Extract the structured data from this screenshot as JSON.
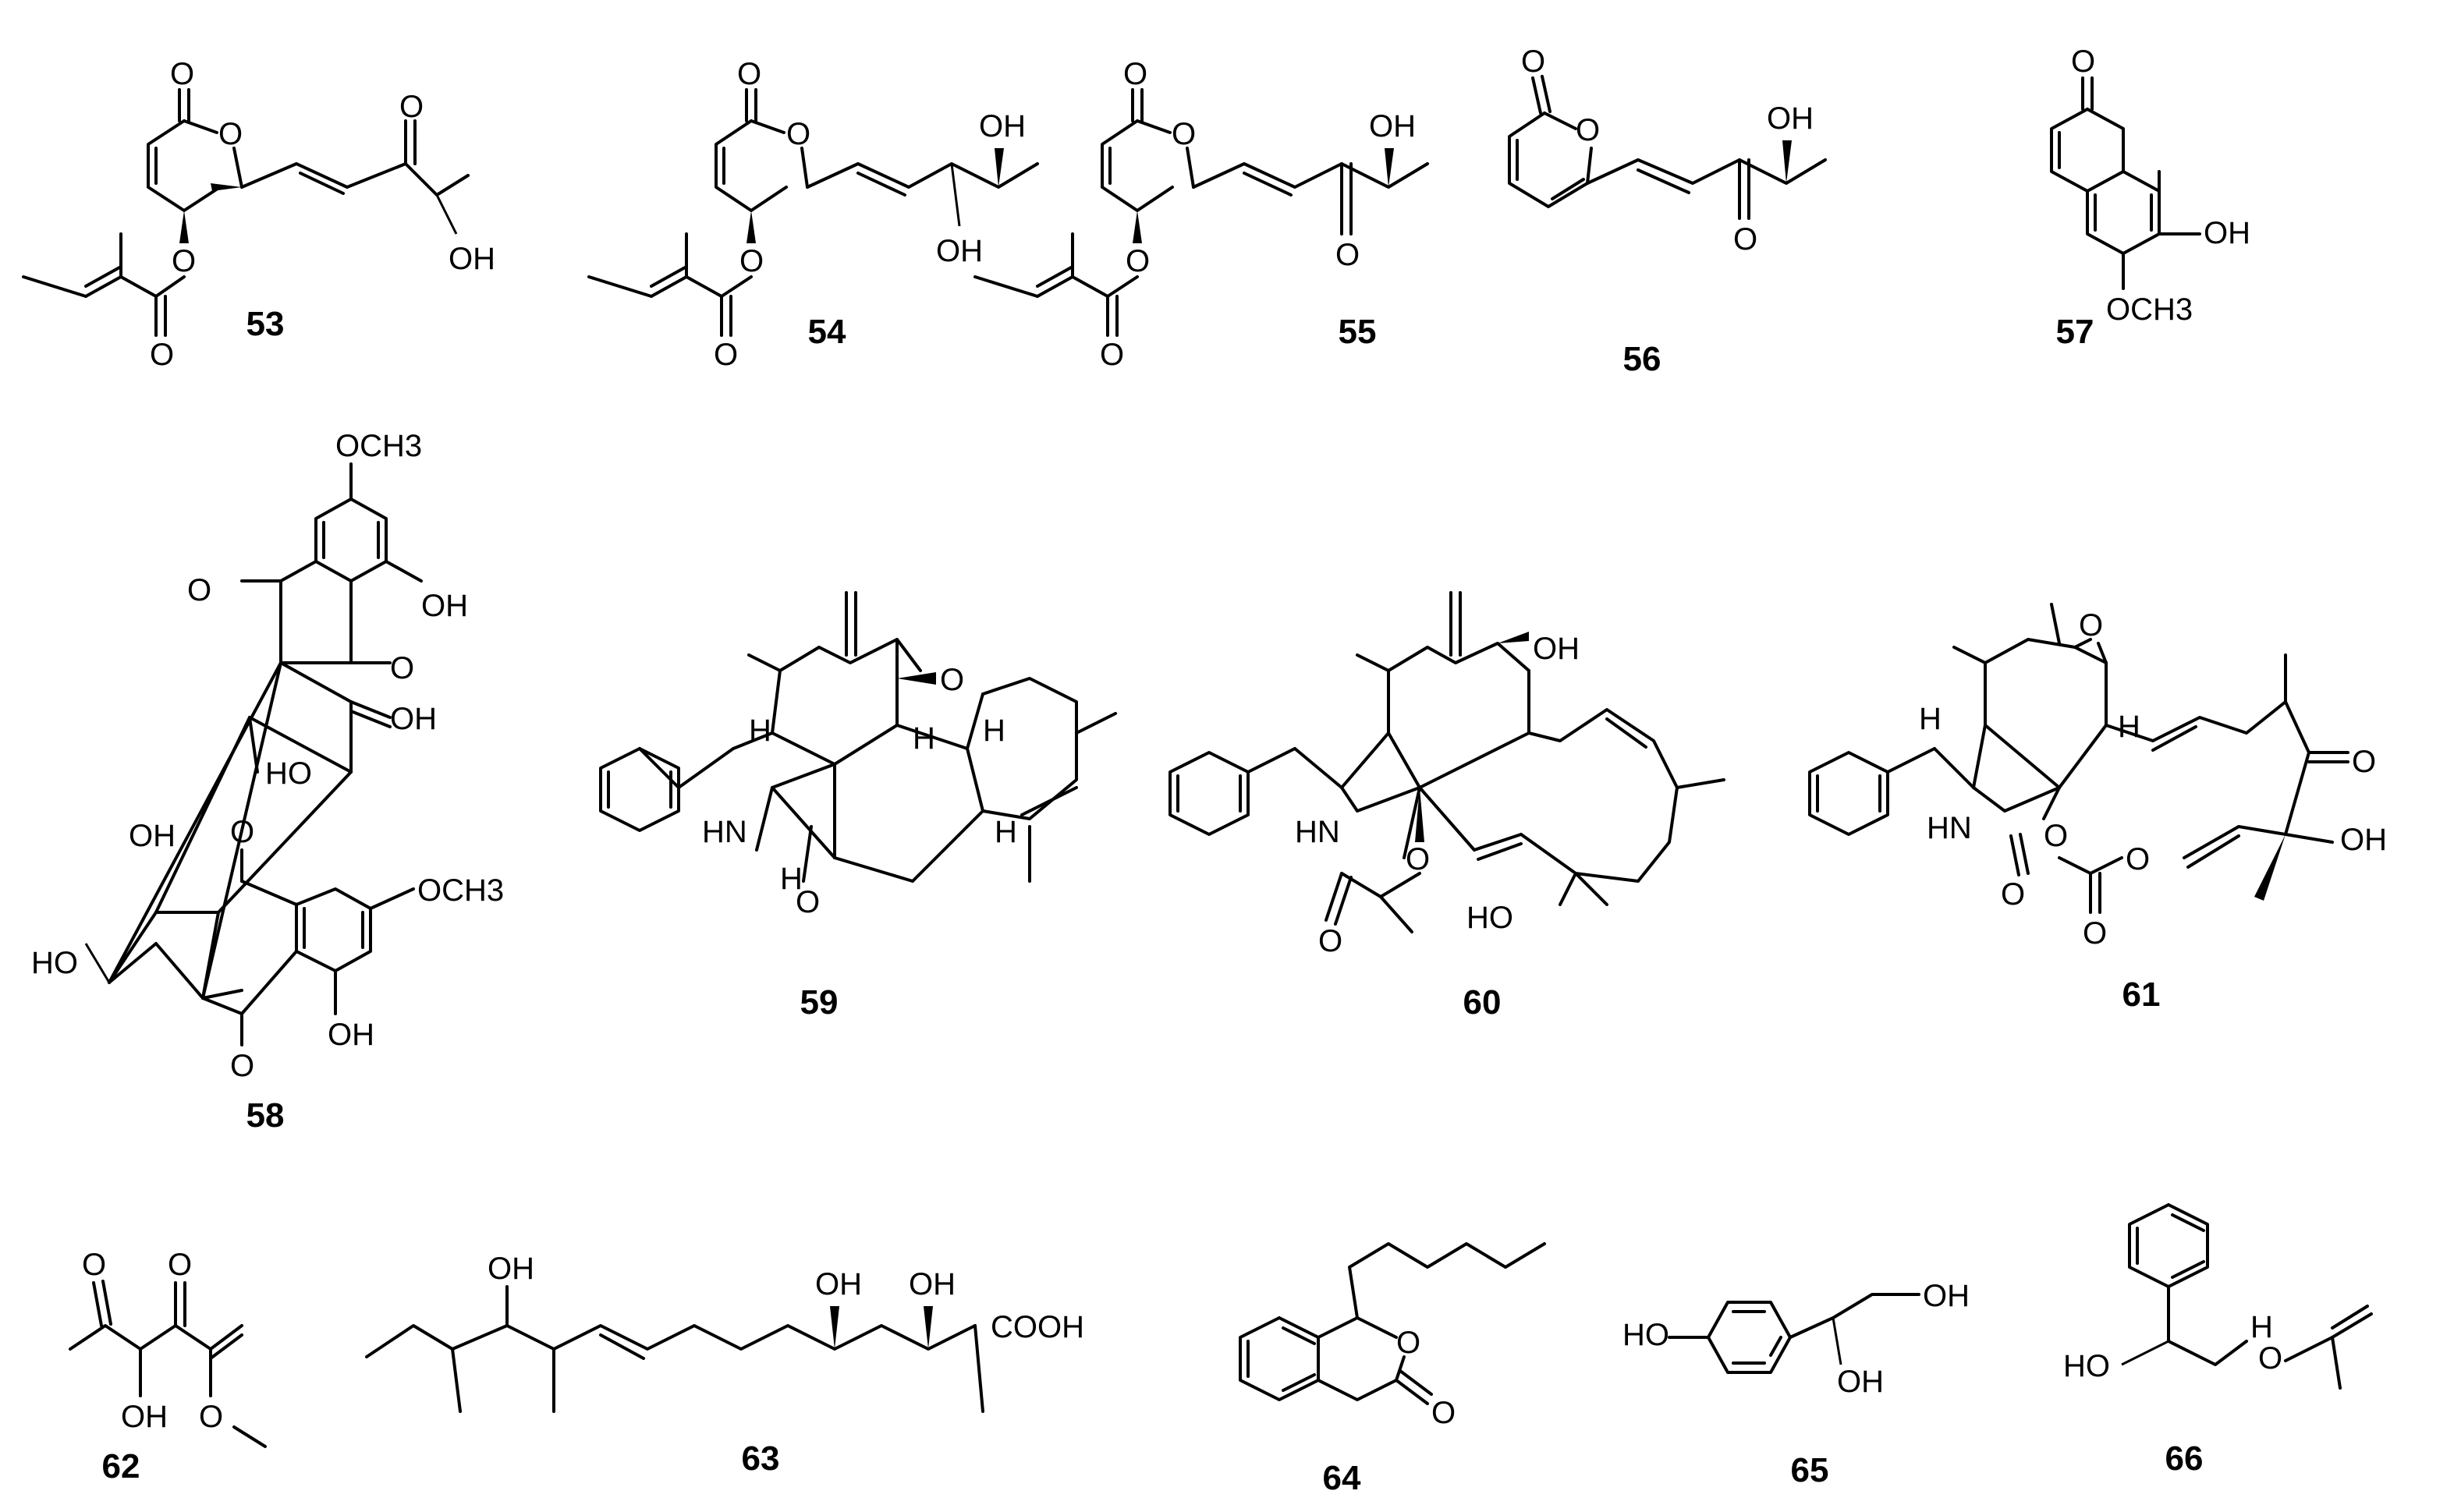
{
  "compounds": [
    {
      "id": "c53",
      "label": "53"
    },
    {
      "id": "c54",
      "label": "54"
    },
    {
      "id": "c55",
      "label": "55"
    },
    {
      "id": "c56",
      "label": "56"
    },
    {
      "id": "c57",
      "label": "57"
    },
    {
      "id": "c58",
      "label": "58"
    },
    {
      "id": "c59",
      "label": "59"
    },
    {
      "id": "c60",
      "label": "60"
    },
    {
      "id": "c61",
      "label": "61"
    },
    {
      "id": "c62",
      "label": "62"
    },
    {
      "id": "c63",
      "label": "63"
    },
    {
      "id": "c64",
      "label": "64"
    },
    {
      "id": "c65",
      "label": "65"
    },
    {
      "id": "c66",
      "label": "66"
    }
  ],
  "atom_labels": {
    "O": "O",
    "OH": "OH",
    "HO": "HO",
    "H": "H",
    "HN": "HN",
    "OCH3": "OCH3",
    "COOH": "COOH"
  }
}
